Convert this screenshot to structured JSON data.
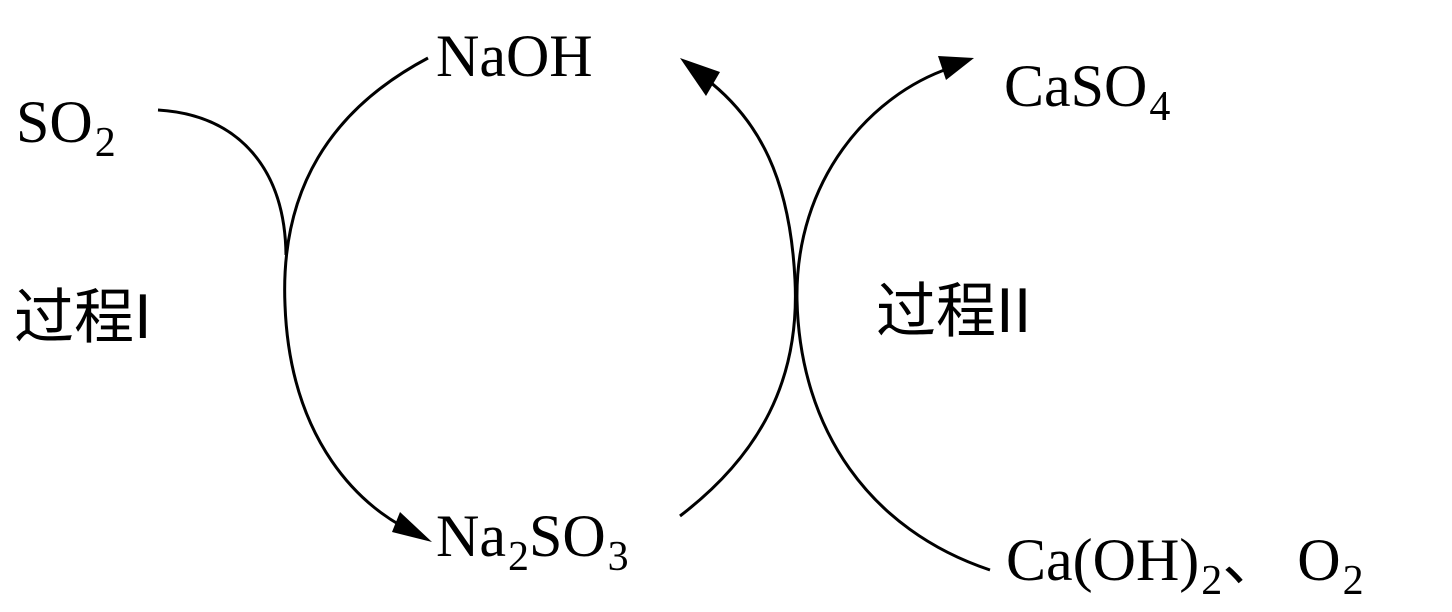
{
  "species": {
    "so2": {
      "base": "SO",
      "sub": "2"
    },
    "naoh": {
      "text": "NaOH"
    },
    "caso4": {
      "base": "CaSO",
      "sub": "4"
    },
    "na2so3": {
      "p1": "Na",
      "s1": "2",
      "p2": "SO",
      "s2": "3"
    },
    "caoh2_o2": {
      "p1": "Ca(OH)",
      "s1": "2",
      "p2": "、 O",
      "s2": "2"
    }
  },
  "processes": {
    "process1": "过程I",
    "process2": "过程II"
  },
  "icons": [
    "arrow-head",
    "arrow-head",
    "arrow-head"
  ],
  "colors": {
    "stroke": "#000000",
    "background": "#ffffff"
  }
}
